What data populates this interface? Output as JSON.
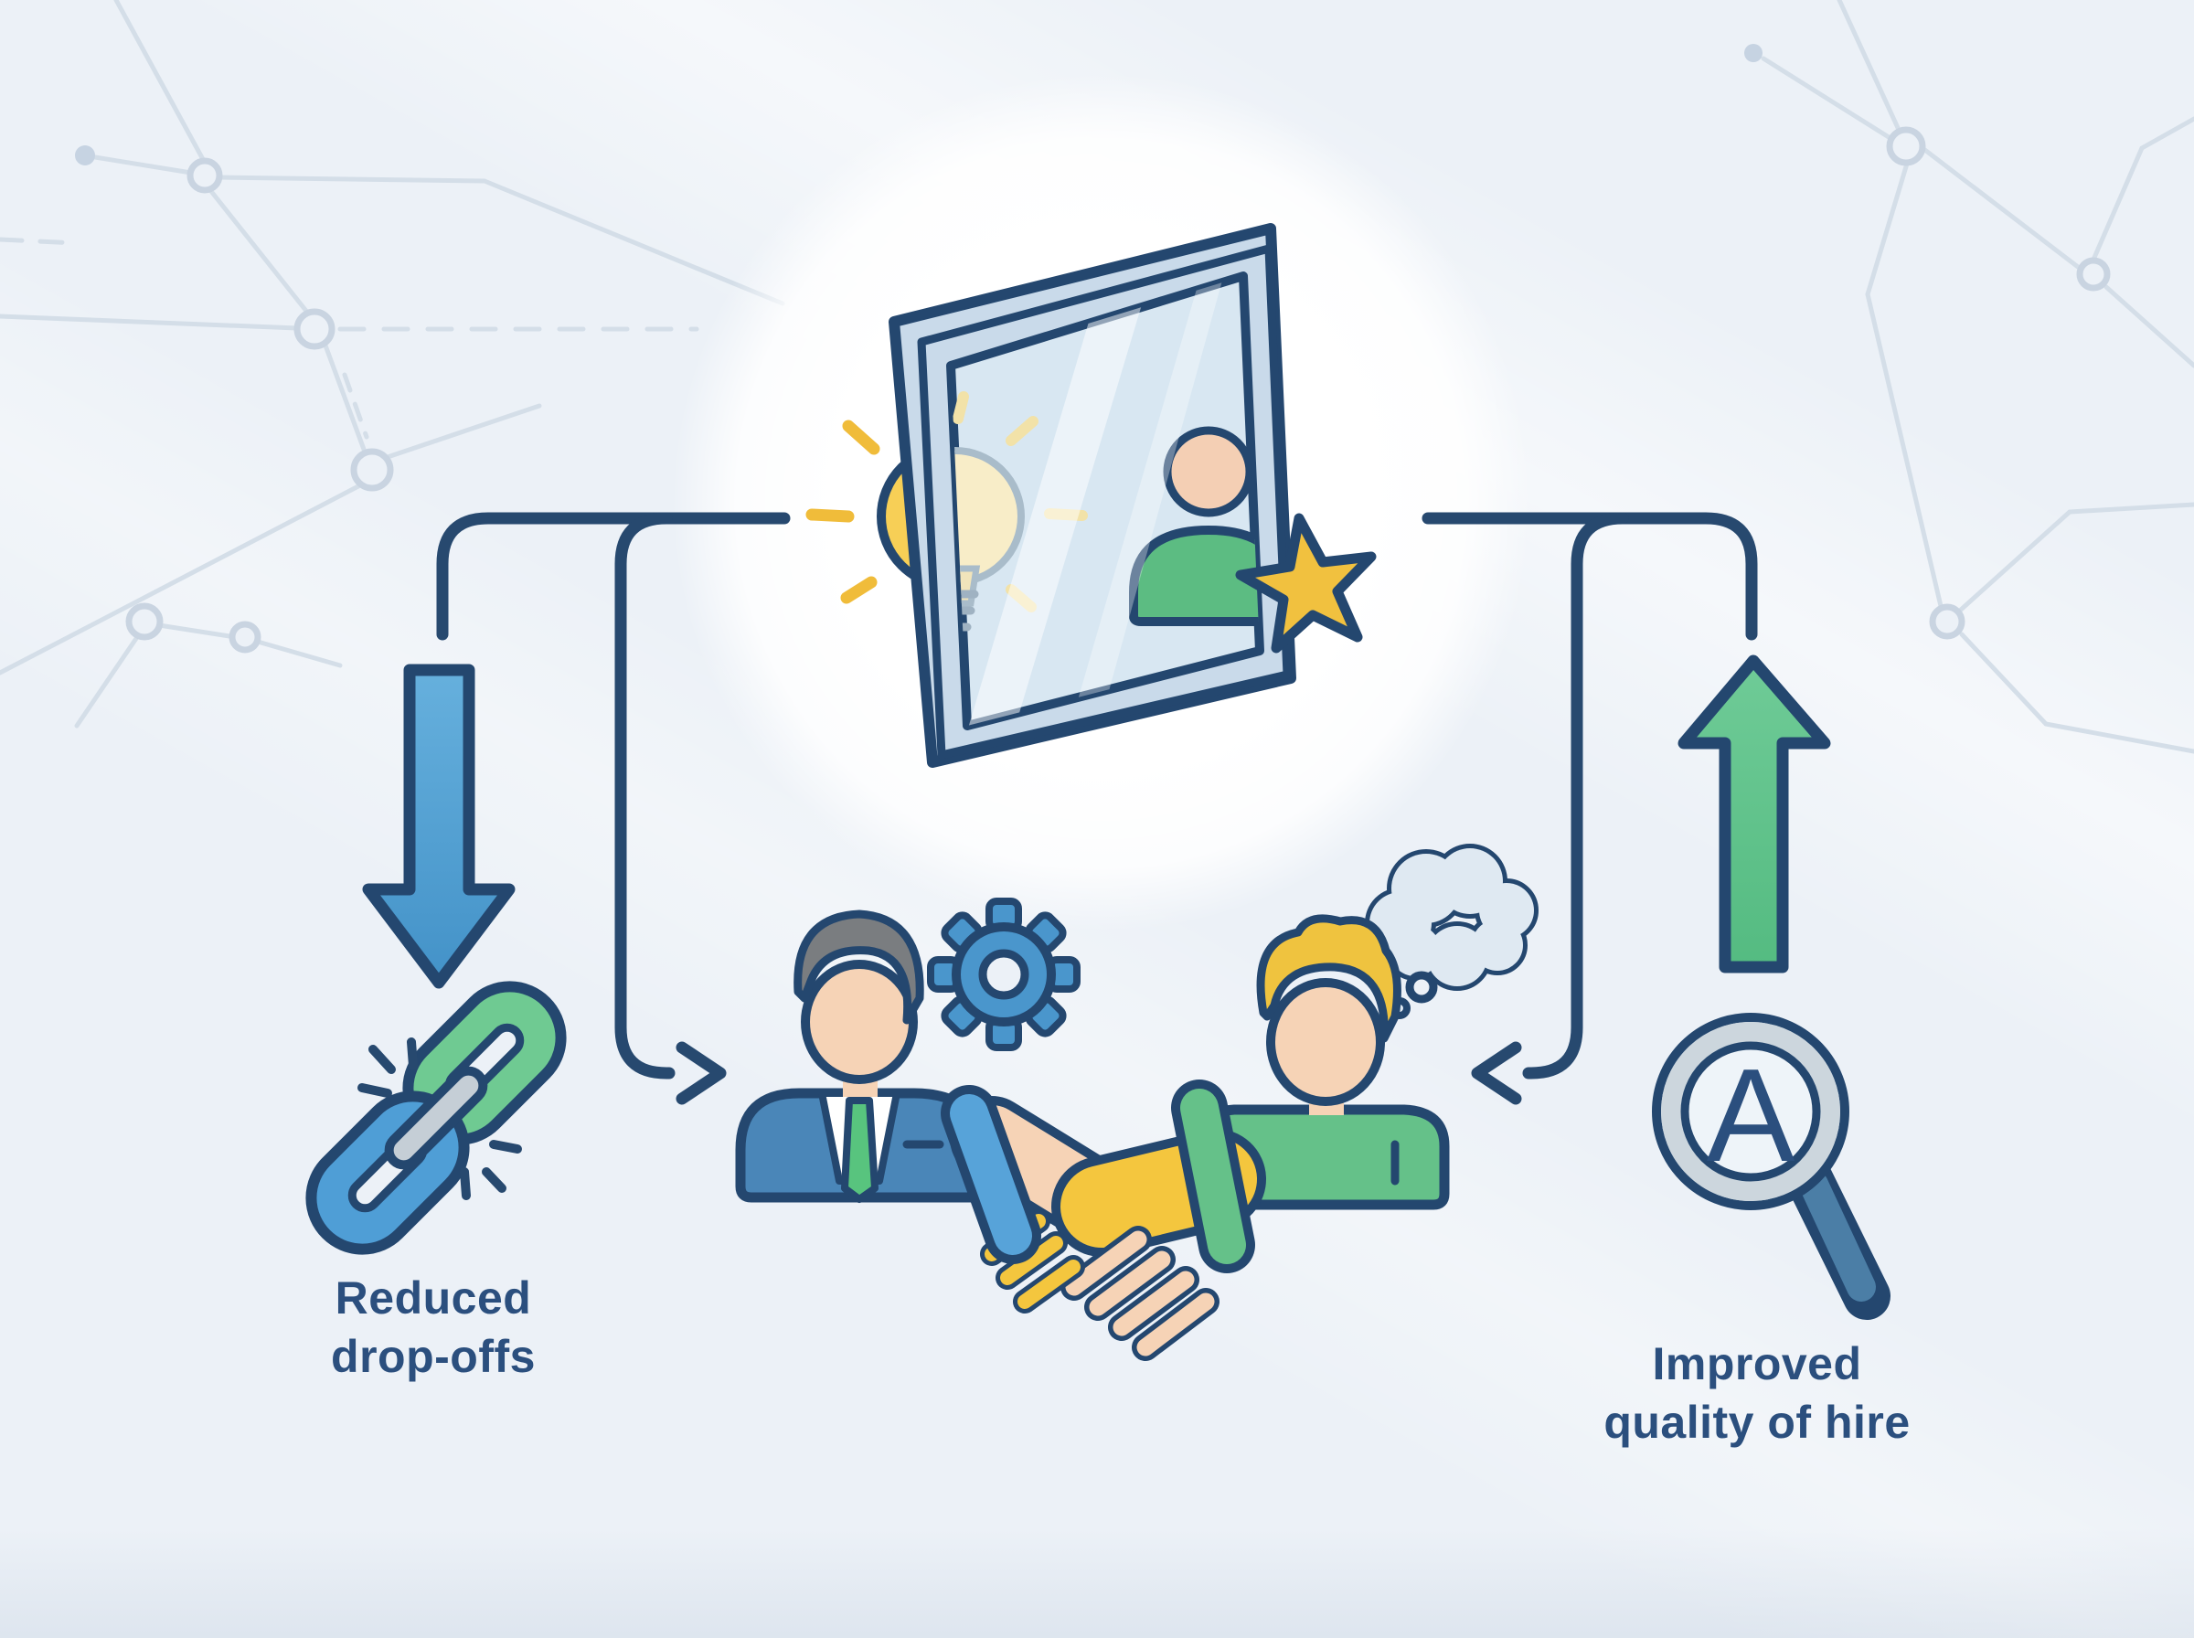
{
  "labels": {
    "reduced": {
      "line1": "Reduced",
      "line2": "drop-offs"
    },
    "improved": {
      "line1": "Improved",
      "line2": "quality of hire"
    },
    "magnifier_letter": "A"
  },
  "icons": [
    "mirror-window-icon",
    "lightbulb-icon",
    "candidate-star-icon",
    "star-icon",
    "down-arrow-icon",
    "broken-chain-icon",
    "flow-connector-left",
    "flow-connector-right",
    "handshake-icon",
    "recruiter-figure",
    "candidate-figure",
    "gear-icon",
    "thought-bubble-icon",
    "up-arrow-icon",
    "magnifier-grade-icon"
  ],
  "colors": {
    "background": "#ecf1f7",
    "outline_navy": "#24476f",
    "text_navy": "#2b4f7e",
    "arrow_blue": "#55a1d4",
    "arrow_green": "#62c68e",
    "chain_green": "#6fca92",
    "chain_blue": "#4f9ed6",
    "suit_blue": "#4a86b8",
    "shirt_green": "#65c189",
    "tie_green": "#58c47e",
    "gear_blue": "#4a96cc",
    "hand_yellow": "#f4c63e",
    "skin": "#f6d3b6",
    "star_gold": "#f1c13f",
    "bulb_yellow": "#f7cf56",
    "glass_blue": "#d8e7f2",
    "network_gray": "#d4dee8"
  }
}
